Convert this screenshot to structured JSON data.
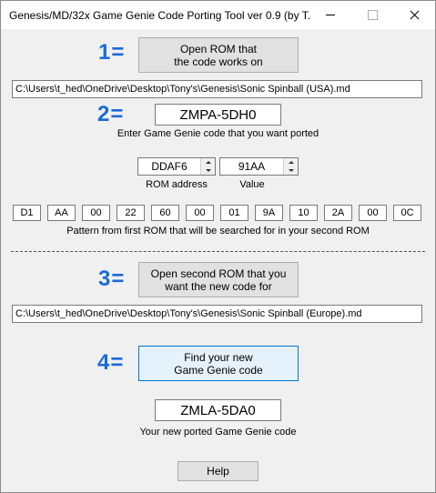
{
  "window": {
    "title": "Genesis/MD/32x Game Genie Code Porting Tool ver 0.9 (by T..."
  },
  "step1": {
    "number": "1=",
    "button": "Open ROM that\nthe code works on",
    "path": "C:\\Users\\t_hed\\OneDrive\\Desktop\\Tony's\\Genesis\\Sonic Spinball (USA).md"
  },
  "step2": {
    "number": "2=",
    "code": "ZMPA-5DH0",
    "label": "Enter Game Genie code that you want ported",
    "rom_address": {
      "value": "DDAF6",
      "label": "ROM address"
    },
    "value_field": {
      "value": "91AA",
      "label": "Value"
    },
    "pattern_bytes": [
      "D1",
      "AA",
      "00",
      "22",
      "60",
      "00",
      "01",
      "9A",
      "10",
      "2A",
      "00",
      "0C"
    ],
    "pattern_label": "Pattern from first ROM that will be searched for in your second ROM"
  },
  "step3": {
    "number": "3=",
    "button": "Open second ROM that you\nwant the new code for",
    "path": "C:\\Users\\t_hed\\OneDrive\\Desktop\\Tony's\\Genesis\\Sonic Spinball (Europe).md"
  },
  "step4": {
    "number": "4=",
    "button": "Find your new\nGame Genie code",
    "result_code": "ZMLA-5DA0",
    "result_label": "Your new ported Game Genie code"
  },
  "help_button": "Help",
  "colors": {
    "step_number": "#1a6bd6",
    "focus_border": "#0078d7"
  }
}
